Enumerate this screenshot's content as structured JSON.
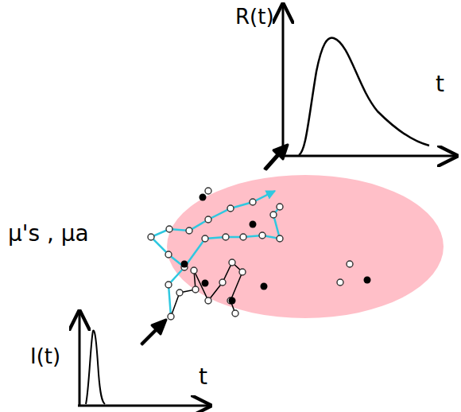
{
  "diagram": {
    "labels": [
      "R(t)",
      "t",
      "μ's , μa",
      "I(t)",
      "t"
    ]
  }
}
